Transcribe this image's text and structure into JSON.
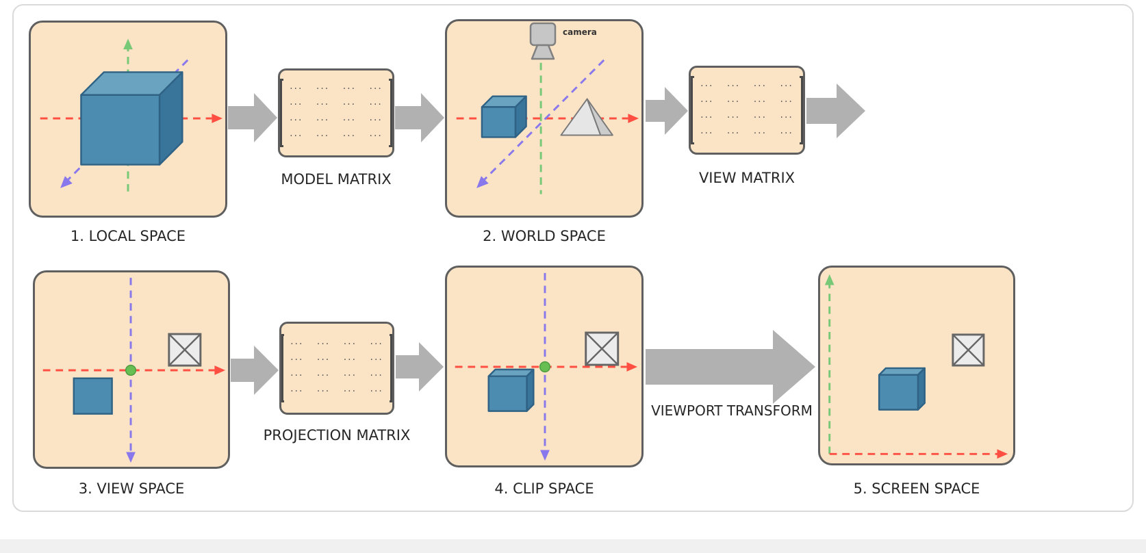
{
  "colors": {
    "panel_bg": "#FBE4C5",
    "panel_border": "#5F5F5F",
    "card_border": "#DADADA",
    "flow_arrow_gray": "#B1B1B1",
    "axis_red": "#FF4F42",
    "axis_green": "#77C877",
    "axis_purple": "#8878EC",
    "origin_dot_green": "#67BE52",
    "cube_front_blue": "#4C8CB0",
    "cube_top_blue": "#69A3C0",
    "cube_side_blue": "#39749A",
    "cube_stroke": "#2F6284",
    "pyramid_light": "#E6E6E6",
    "pyramid_dark": "#CCCCCC",
    "crossed_square_fill": "#ECECEC",
    "crossed_square_stroke": "#666666",
    "camera_gray": "#C6C6C6",
    "matrix_text": "#555555",
    "caption_text": "#262626"
  },
  "panels": {
    "local_space": {
      "caption": "1. LOCAL SPACE"
    },
    "world_space": {
      "caption": "2. WORLD SPACE",
      "camera_label": "camera"
    },
    "view_space": {
      "caption": "3. VIEW SPACE"
    },
    "clip_space": {
      "caption": "4. CLIP SPACE"
    },
    "screen_space": {
      "caption": "5. SCREEN SPACE"
    }
  },
  "matrices": {
    "model": {
      "caption": "MODEL MATRIX"
    },
    "view": {
      "caption": "VIEW MATRIX"
    },
    "projection": {
      "caption": "PROJECTION MATRIX"
    }
  },
  "matrix_dots_row": "··· ··· ··· ···",
  "flow": {
    "viewport_transform_label": "VIEWPORT TRANSFORM"
  }
}
